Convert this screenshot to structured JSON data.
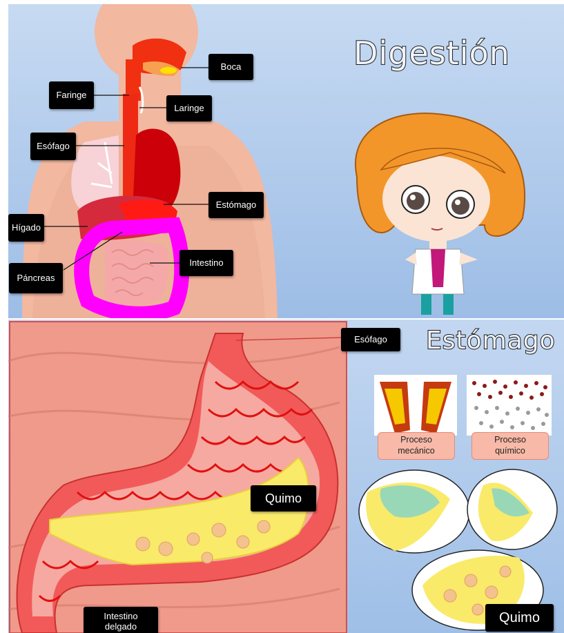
{
  "top_panel": {
    "title": "Digestión",
    "labels": {
      "boca": "Boca",
      "faringe": "Faringe",
      "laringe": "Laringe",
      "esofago": "Esófago",
      "estomago": "Estómago",
      "higado": "Hígado",
      "intestino": "Intestino",
      "pancreas": "Páncreas"
    }
  },
  "bottom_panel": {
    "title": "Estómago",
    "labels": {
      "esofago": "Esófago",
      "quimo_center": "Quimo",
      "intestino_line1": "Intestino",
      "intestino_line2": "delgado",
      "quimo_corner": "Quimo"
    },
    "processes": {
      "mecanico_line1": "Proceso",
      "mecanico_line2": "mecánico",
      "quimico_line1": "Proceso",
      "quimico_line2": "químico"
    }
  },
  "colors": {
    "background_blue": "#a9c5ea",
    "skin": "#f2b8a0",
    "digestive_red": "#e8201a",
    "intestine_magenta": "#ff00ff",
    "chyme_yellow": "#f9ea6a",
    "label_bg": "#000000"
  }
}
